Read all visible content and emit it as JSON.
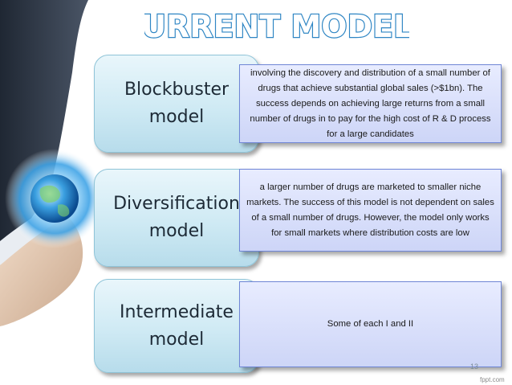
{
  "title": "CURRENT MODELS",
  "models": [
    {
      "name": "Blockbuster model",
      "description": "involving the discovery and distribution of a small number of drugs that achieve substantial global sales (>$1bn). The success depends on achieving large returns from a small number of drugs in to pay for the high cost of  R & D process for a large candidates"
    },
    {
      "name": "Diversification model",
      "description": "a larger number of drugs are marketed to smaller niche markets. The success of this model is not dependent on sales of a small number of drugs. However, the model only works for small markets where distribution costs are low"
    },
    {
      "name": "Intermediate model",
      "description": "Some of each I and II"
    }
  ],
  "page_number": "13",
  "watermark": "fppt.com",
  "colors": {
    "title_fill": "#ffffff",
    "title_outline": "#2f86c4",
    "left_box": "#cfeaf4",
    "right_box": "#d6ddfb",
    "right_border": "#6f86d6"
  }
}
